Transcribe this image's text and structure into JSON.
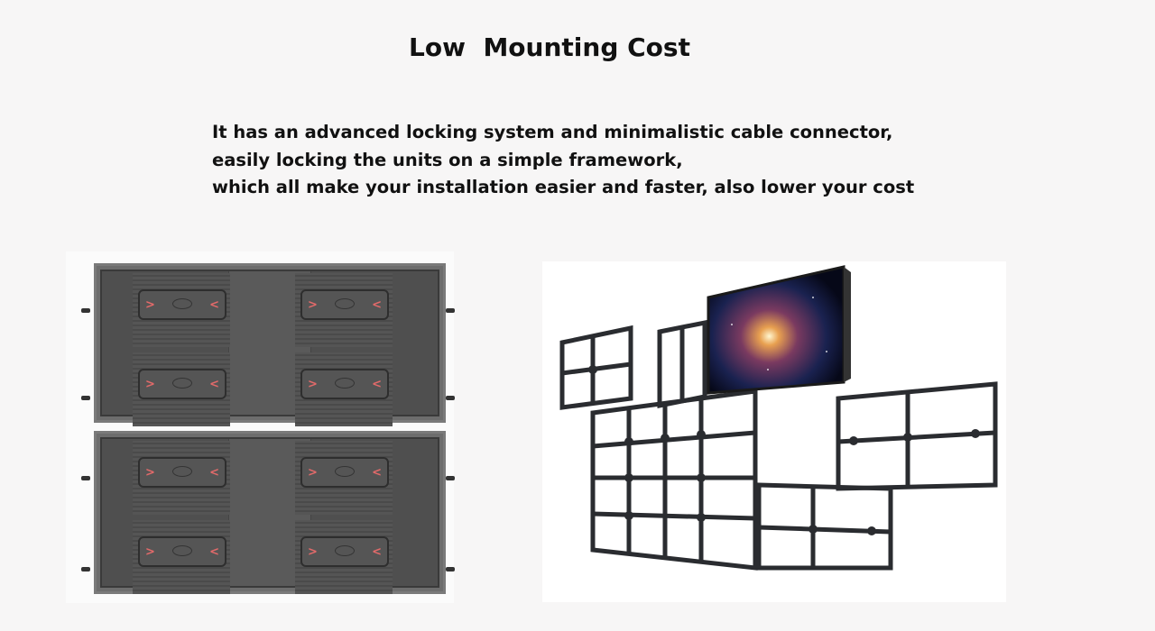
{
  "heading": {
    "title": "Low  Mounting Cost"
  },
  "description": {
    "lines": [
      "It has an advanced locking system and minimalistic cable connector,",
      "easily locking the units on a simple framework,",
      "which all make your installation easier and faster, also lower your cost"
    ]
  },
  "images": {
    "left": "led-cabinet-rear-view",
    "right": "mounting-framework-with-display"
  },
  "colors": {
    "text": "#111111",
    "background": "#f7f6f6",
    "cabinet": "#4f4f4f",
    "accent_red": "#e26a6a"
  }
}
